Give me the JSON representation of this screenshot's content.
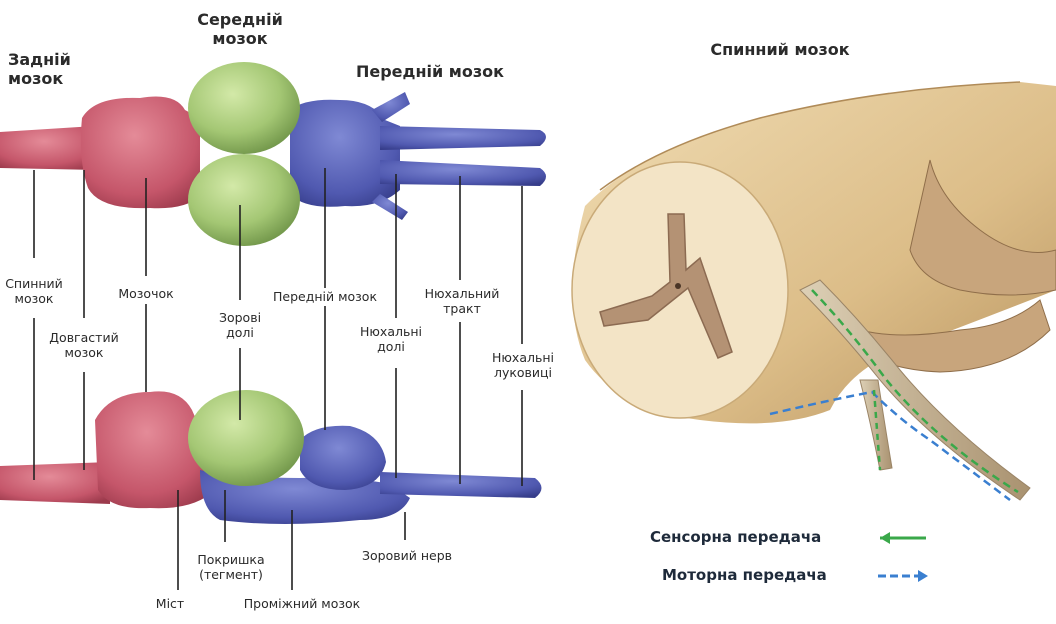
{
  "headers": {
    "hindbrain": "Задній\nмозок",
    "midbrain": "Середній\nмозок",
    "forebrain": "Передній мозок",
    "spinal_cord": "Спинний мозок"
  },
  "labels": {
    "spinal_cord": "Спинний\nмозок",
    "medulla": "Довгастий\nмозок",
    "cerebellum": "Мозочок",
    "optic_lobes": "Зорові\nдолі",
    "forebrain_lobe": "Передній мозок",
    "olfactory_lobes": "Нюхальні\nдолі",
    "olfactory_tract": "Нюхальний\nтракт",
    "olfactory_bulbs": "Нюхальні\nлуковиці",
    "pons": "Міст",
    "tegmentum": "Покришка\n(тегмент)",
    "diencephalon": "Проміжний мозок",
    "optic_nerve": "Зоровий нерв"
  },
  "legend": {
    "sensory": "Сенсорна передача",
    "motor": "Моторна передача"
  },
  "colors": {
    "hindbrain": "#c9566a",
    "midbrain": "#a7c977",
    "forebrain": "#5560b4",
    "spinal_cord": "#e3c99b",
    "sensory_arrow": "#3aa84a",
    "motor_arrow": "#3a7fd0"
  }
}
